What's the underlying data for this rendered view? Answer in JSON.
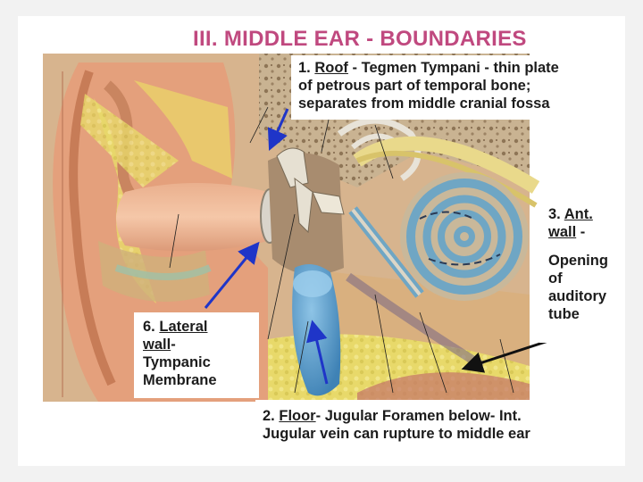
{
  "title": "III. MIDDLE EAR - BOUNDARIES",
  "labels": {
    "roof": {
      "num": "1.",
      "key": "Roof",
      "line1_rest": " - Tegmen Tympani - thin plate",
      "line2": "of petrous part of temporal bone;",
      "line3": "separates from middle cranial fossa"
    },
    "floor": {
      "num": "2.",
      "key": "Floor",
      "line1_rest": "- Jugular Foramen below- Int.",
      "line2": "Jugular vein can rupture to middle ear"
    },
    "anterior": {
      "num": "3.",
      "key1": "Ant.",
      "key2": "wall",
      "dash": " -",
      "desc1": "Opening",
      "desc2": "of",
      "desc3": "auditory",
      "desc4": "tube"
    },
    "lateral": {
      "num": "6.",
      "key1": "Lateral",
      "key2": "wall",
      "dash": "-",
      "desc1": "Tympanic",
      "desc2": "Membrane"
    }
  },
  "colors": {
    "title": "#c0497f",
    "arrow_blue": "#1f35c8",
    "arrow_black": "#111111",
    "skin": "#e3a07c",
    "bone": "#bfa78a",
    "cochlea_blue": "#6fa6c4"
  }
}
